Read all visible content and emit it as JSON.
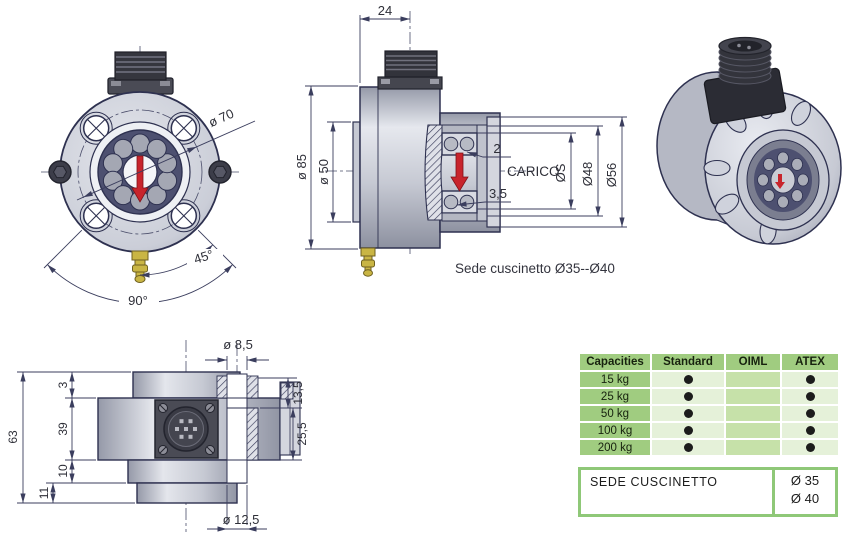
{
  "page": {
    "accent_red": "#c8242c",
    "line_color": "#2e3150"
  },
  "front_view": {
    "dim_flange": "ø 70",
    "dim_angle_small": "45°",
    "dim_angle_big": "90°"
  },
  "section_view": {
    "dim_width": "24",
    "dim_body": "ø 85",
    "dim_pilot": "ø 50",
    "dim_lip_top": "2",
    "load_label": "CARICO",
    "dim_lip_bottom": "3,5",
    "dim_seat": "ØS",
    "dim_ring": "Ø48",
    "dim_hub": "Ø56",
    "caption": "Sede cuscinetto Ø35--Ø40"
  },
  "bottom_view": {
    "dim_hole_top": "ø 8,5",
    "dim_step": "3",
    "dim_mid": "39",
    "dim_total": "63",
    "dim_lower": "10",
    "dim_base": "11",
    "dim_right_top": "13,5",
    "dim_right_bottom": "25,5",
    "dim_hole_bottom": "ø 12,5"
  },
  "capacity_table": {
    "headers": [
      "Capacities",
      "Standard",
      "OIML",
      "ATEX"
    ],
    "rows": [
      {
        "label": "15 kg",
        "standard": true,
        "oiml": false,
        "atex": true
      },
      {
        "label": "25 kg",
        "standard": true,
        "oiml": false,
        "atex": true
      },
      {
        "label": "50 kg",
        "standard": true,
        "oiml": false,
        "atex": true
      },
      {
        "label": "100 kg",
        "standard": true,
        "oiml": false,
        "atex": true
      },
      {
        "label": "200 kg",
        "standard": true,
        "oiml": false,
        "atex": true
      }
    ],
    "colors": {
      "header": "#a0cc80",
      "oiml_cell": "#c6e1a9",
      "light_cell": "#e5f1d9",
      "dot": "#1c1c1c"
    }
  },
  "seat_box": {
    "label": "SEDE CUSCINETTO",
    "values": [
      "Ø 35",
      "Ø 40"
    ],
    "border_color": "#8fc878"
  }
}
